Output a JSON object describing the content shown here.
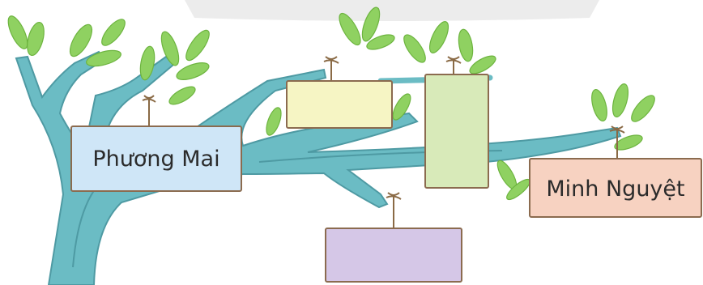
{
  "cards": [
    {
      "id": "card-phuong-mai",
      "text": "Phương Mai",
      "color": "#cfe6f7"
    },
    {
      "id": "card-minh-nguyet",
      "text": "Minh Nguyệt",
      "color": "#f7d2c1"
    },
    {
      "id": "card-yellow-blank",
      "text": "",
      "color": "#f6f5c4"
    },
    {
      "id": "card-green-blank",
      "text": "",
      "color": "#d8eab9"
    },
    {
      "id": "card-purple-blank",
      "text": "",
      "color": "#d5c7e7"
    }
  ],
  "colors": {
    "trunk": "#6bbcc4",
    "trunk_dark": "#4e9aa3",
    "leaf": "#8fd161",
    "leaf_dark": "#6db43f",
    "string": "#8a6a45",
    "card_border": "#8b6b4f",
    "header_band": "#ececec"
  }
}
